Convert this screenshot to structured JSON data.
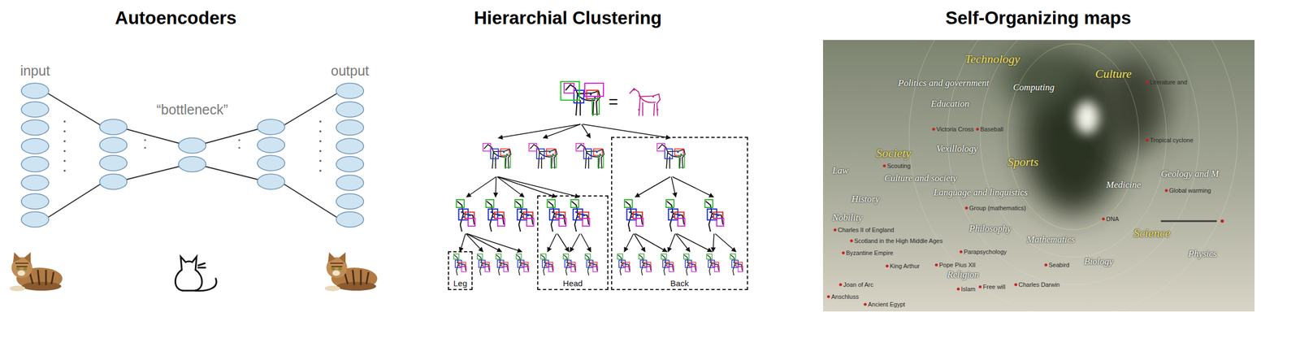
{
  "diagram": {
    "nodes": [
      {
        "text": [
          "Leg"
        ]
      },
      {
        "text": [
          "Head"
        ]
      },
      {
        "text": [
          "Back"
        ]
      }
    ],
    "labels": [
      "Autoencoders",
      "input",
      "“bottleneck”",
      "output",
      "Hierarchial Clustering",
      "=",
      "Self-Organizing maps",
      "Technology",
      "Culture",
      "Politics and government",
      "Computing",
      "Education",
      "Society",
      "Vexillology",
      "Sports",
      "Culture and society",
      "Law",
      "Language and linguistics",
      "Medicine",
      "Geology and M",
      "History",
      "Nobility",
      "Philosophy",
      "Mathematics",
      "Science",
      "Physics",
      "Biology",
      "Religion",
      "Charles II of England",
      "Scotland in the High Middle Ages",
      "Byzantine Empire",
      "Parapsychology",
      "King Arthur",
      "Pope Pius XII",
      "Seabird",
      "Joan of Arc",
      "Anschluss",
      "Ancient Egypt",
      "Islam",
      "Free will",
      "Charles Darwin",
      "DNA",
      "Group (mathematics)",
      "Global warming",
      "Tropical cyclone",
      "Literature and",
      "Scouting",
      "Baseball",
      "Victoria Cross"
    ]
  }
}
